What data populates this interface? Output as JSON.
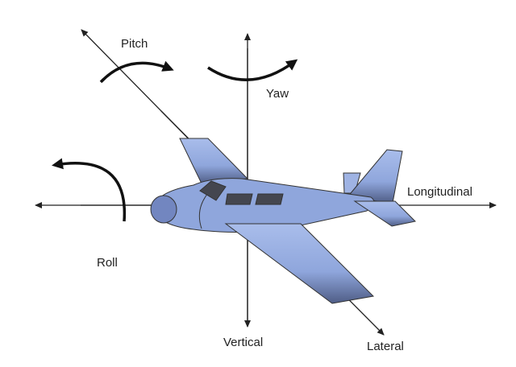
{
  "labels": {
    "pitch": "Pitch",
    "yaw": "Yaw",
    "roll": "Roll",
    "vertical": "Vertical",
    "lateral": "Lateral",
    "longitudinal": "Longitudinal"
  },
  "colors": {
    "plane": "#8fa6dc",
    "plane_dark": "#5a6b99",
    "window": "#44464f",
    "axis": "#222222"
  }
}
